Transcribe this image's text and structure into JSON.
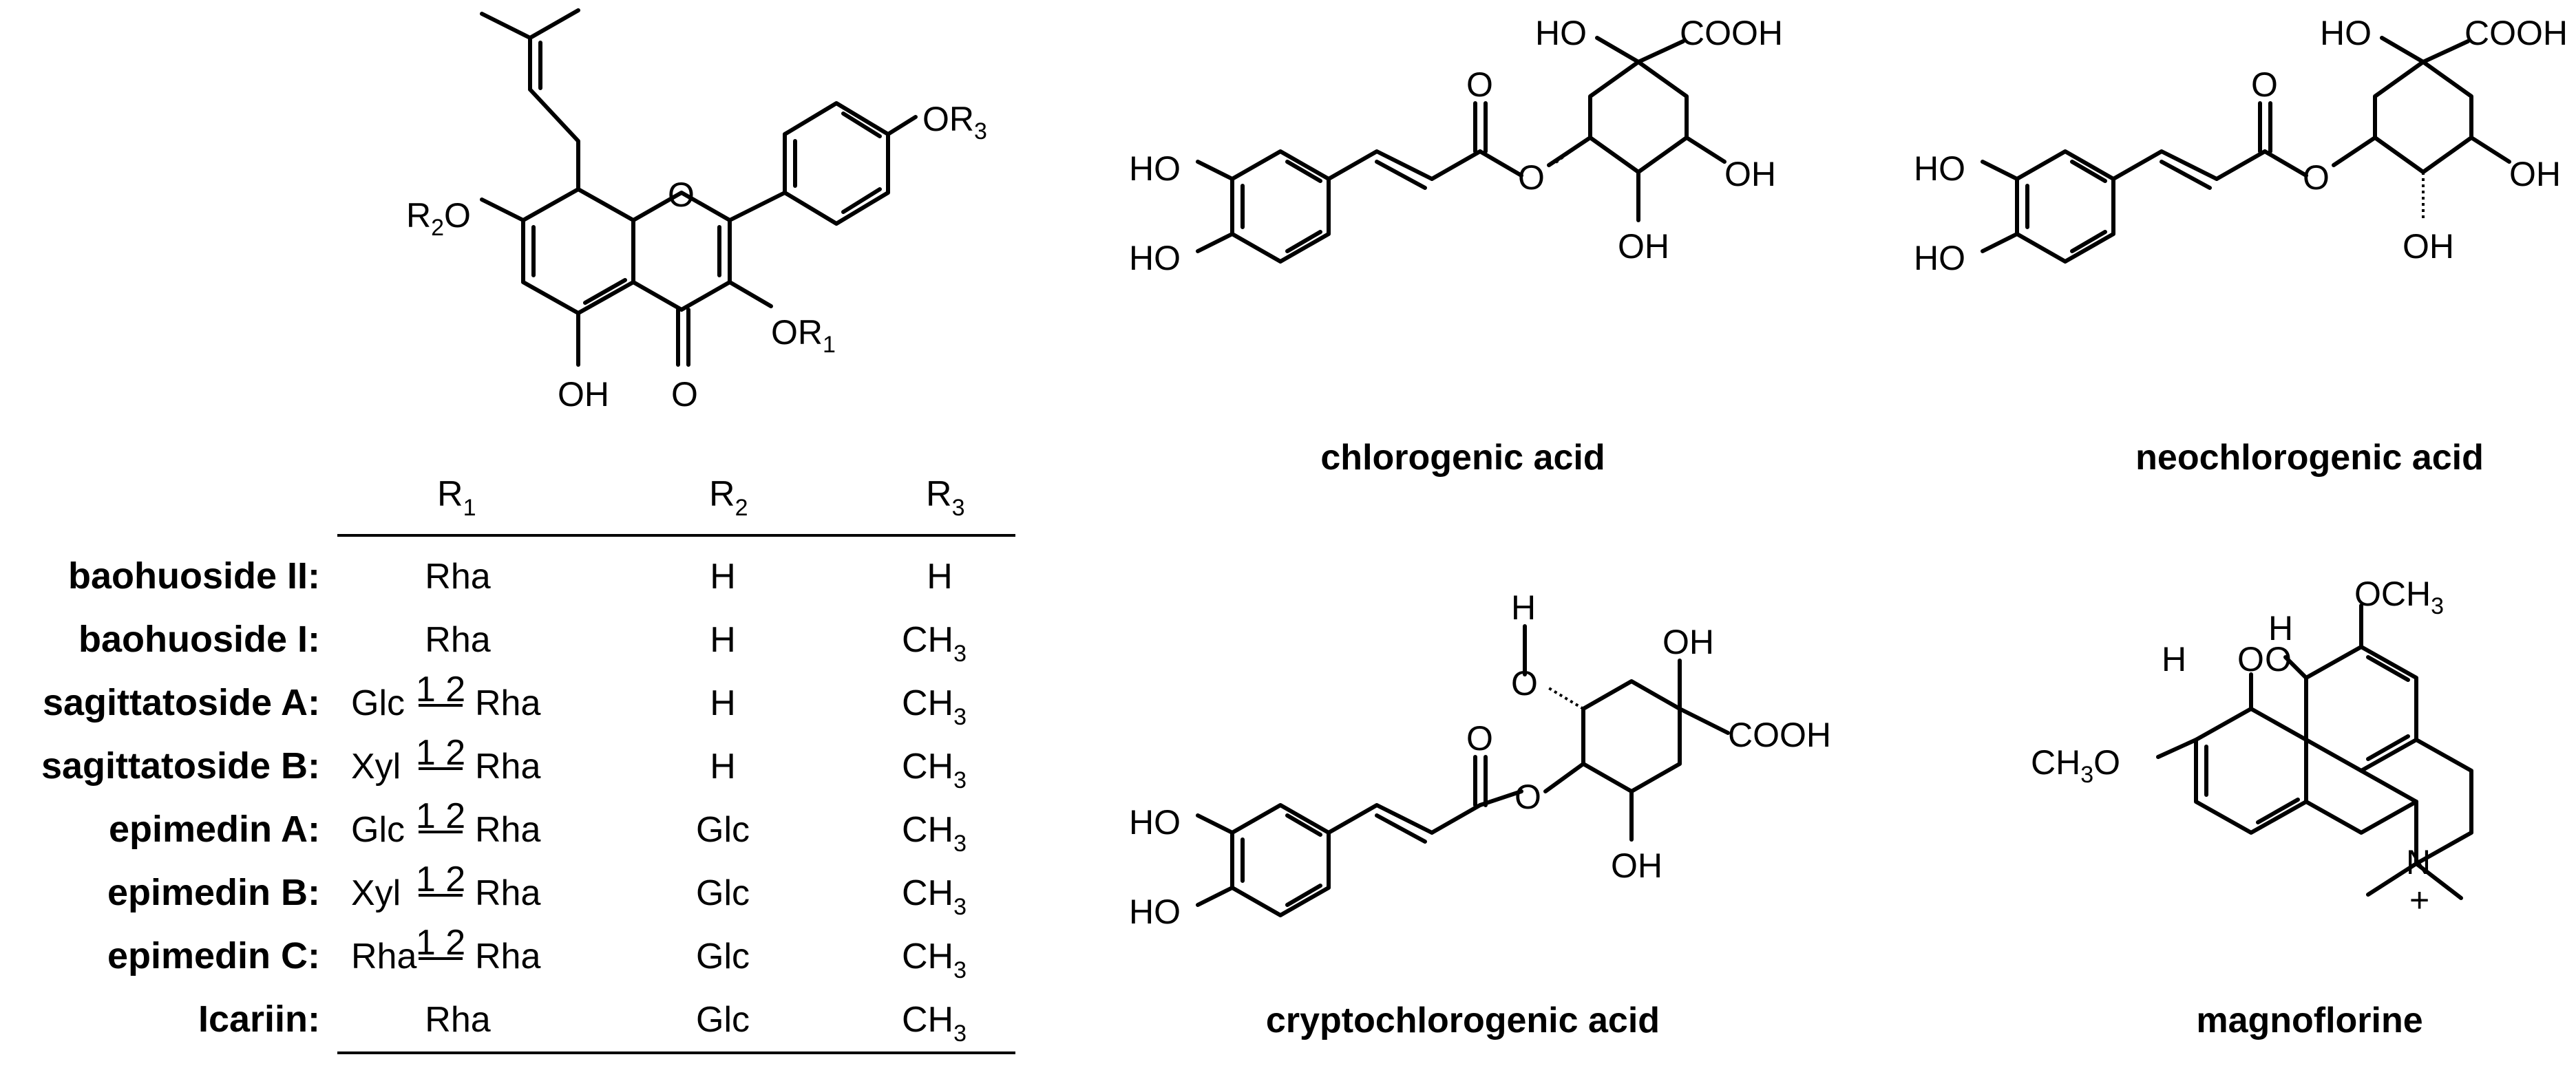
{
  "flavonoid": {
    "labels": {
      "or3": "OR",
      "r3": "3",
      "r2o": "R",
      "r2": "2",
      "o2": "O",
      "or1": "OR",
      "r1": "1",
      "oh": "OH",
      "o_ring": "O",
      "o_keto": "O"
    }
  },
  "table": {
    "headers": [
      {
        "main": "R",
        "sub": "1"
      },
      {
        "main": "R",
        "sub": "2"
      },
      {
        "main": "R",
        "sub": "3"
      }
    ],
    "rows": [
      {
        "name": "baohuoside II:",
        "r1a": "Rha",
        "link": "",
        "r1b": "",
        "r2": "H",
        "r3": "H",
        "r3sub": ""
      },
      {
        "name": "baohuoside I:",
        "r1a": "Rha",
        "link": "",
        "r1b": "",
        "r2": "H",
        "r3": "CH",
        "r3sub": "3"
      },
      {
        "name": "sagittatoside A:",
        "r1a": "Glc",
        "link": "1 2",
        "r1b": "Rha",
        "r2": "H",
        "r3": "CH",
        "r3sub": "3"
      },
      {
        "name": "sagittatoside B:",
        "r1a": "Xyl",
        "link": "1 2",
        "r1b": "Rha",
        "r2": "H",
        "r3": "CH",
        "r3sub": "3"
      },
      {
        "name": "epimedin A:",
        "r1a": "Glc",
        "link": "1 2",
        "r1b": "Rha",
        "r2": "Glc",
        "r3": "CH",
        "r3sub": "3"
      },
      {
        "name": "epimedin B:",
        "r1a": "Xyl",
        "link": "1 2",
        "r1b": "Rha",
        "r2": "Glc",
        "r3": "CH",
        "r3sub": "3"
      },
      {
        "name": "epimedin C:",
        "r1a": "Rha",
        "link": "1 2",
        "r1b": "Rha",
        "r2": "Glc",
        "r3": "CH",
        "r3sub": "3"
      },
      {
        "name": "Icariin:",
        "r1a": "Rha",
        "link": "",
        "r1b": "",
        "r2": "Glc",
        "r3": "CH",
        "r3sub": "3"
      }
    ]
  },
  "compounds": {
    "chlorogenic": {
      "name": "chlorogenic acid",
      "ho1": "HO",
      "ho2": "HO",
      "hoq": "HO",
      "cooh": "COOH",
      "o_ester": "O",
      "o_link": "O",
      "oh1": "OH",
      "oh2": "OH"
    },
    "neochlorogenic": {
      "name": "neochlorogenic acid",
      "ho1": "HO",
      "ho2": "HO",
      "hoq": "HO",
      "cooh": "COOH",
      "o_ester": "O",
      "o_link": "O",
      "oh1": "OH",
      "oh2": "OH"
    },
    "cryptochlorogenic": {
      "name": "cryptochlorogenic acid",
      "ho1": "HO",
      "ho2": "HO",
      "h": "H",
      "o_top": "O",
      "oh_top": "OH",
      "cooh": "COOH",
      "o_ester": "O",
      "o_link": "O",
      "oh_bot": "OH"
    },
    "magnoflorine": {
      "name": "magnoflorine",
      "och3": "OCH",
      "och3sub": "3",
      "h1": "H",
      "o1": "O",
      "h2": "H",
      "o2": "O",
      "ch3o": "CH",
      "ch3osub": "3",
      "ch3o_o": "O",
      "n": "N",
      "plus": "+"
    }
  }
}
